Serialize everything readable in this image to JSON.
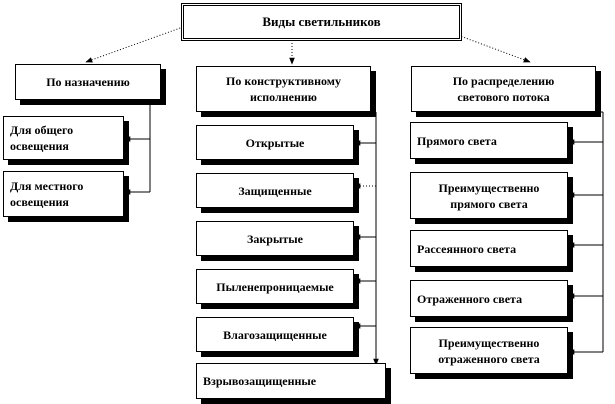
{
  "root": {
    "label": "Виды светильников"
  },
  "categories": [
    {
      "label": "По назначению",
      "items": [
        "Для общего\nосвещения",
        "Для местного\nосвещения"
      ]
    },
    {
      "label": "По конструктивному\nисполнению",
      "items": [
        "Открытые",
        "Защищенные",
        "Закрытые",
        "Пыленепроницаемые",
        "Влагозащищенные",
        "Взрывозащищенные"
      ]
    },
    {
      "label": "По распределению\nсветового потока",
      "items": [
        "Прямого света",
        "Преимущественно\nпрямого света",
        "Рассеянного света",
        "Отраженного света",
        "Преимущественно\nотраженного света"
      ]
    }
  ]
}
